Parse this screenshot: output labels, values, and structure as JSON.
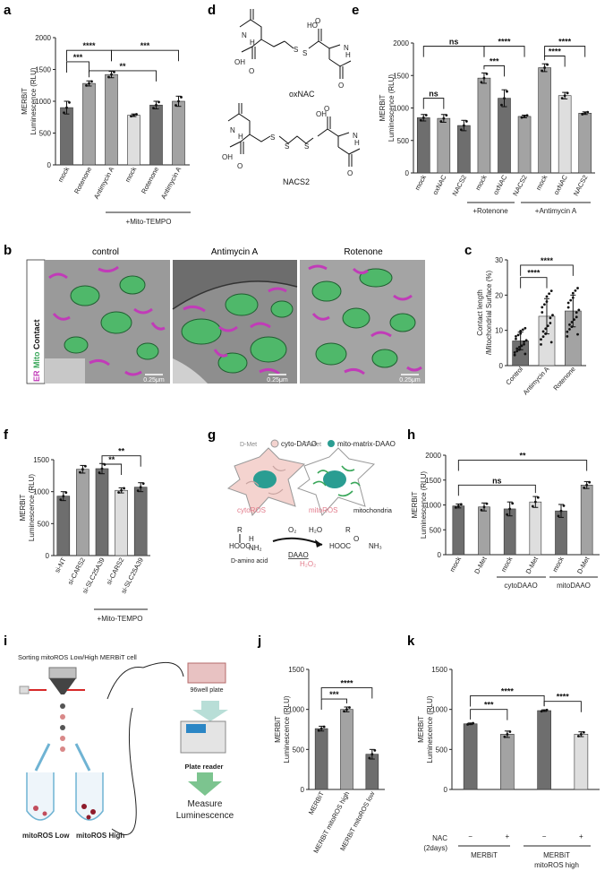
{
  "colors": {
    "dark": "#6e6e6e",
    "mid": "#a3a3a3",
    "light": "#dedede",
    "mitoGreen": "#3aa75a",
    "erMagenta": "#c13bb8",
    "cellPink": "#f4d3cf",
    "nucleusTeal": "#2a9d92",
    "rosPink": "#e27a8a"
  },
  "panels": {
    "a": {
      "label": "a",
      "group_label": "+Mito-TEMPO"
    },
    "b": {
      "label": "b",
      "side_label": [
        "ER",
        "Mito",
        "Contact"
      ],
      "images": [
        {
          "title": "control",
          "scale": "0.25μm"
        },
        {
          "title": "Antimycin A",
          "scale": "0.25μm"
        },
        {
          "title": "Rotenone",
          "scale": "0.25μm"
        }
      ]
    },
    "c": {
      "label": "c"
    },
    "d": {
      "label": "d",
      "compounds": [
        "oxNAC",
        "NACS2"
      ],
      "atoms": {
        "nh": "N",
        "h": "H",
        "oh": "OH",
        "ho": "HO",
        "s": "S",
        "o": "O"
      }
    },
    "e": {
      "label": "e",
      "group_labels": [
        "+Rotenone",
        "+Antimycin A"
      ]
    },
    "f": {
      "label": "f",
      "group_label": "+Mito-TEMPO"
    },
    "g": {
      "label": "g",
      "legend": [
        "cyto-DAAO",
        "mito-matrix-DAAO"
      ],
      "dmet": "D-Met",
      "cell_labels": [
        "cytoROS",
        "mitoROS",
        "mitochondria"
      ],
      "reaction": {
        "reactant": "D-amino acid",
        "enzyme": "DAAO",
        "o2": "O₂",
        "h2o": "H₂O",
        "h2o2": "H₂O₂",
        "left_formula": "HOOC",
        "nh2": "NH₂",
        "r": "R",
        "h": "H",
        "right_formula": "HOOC",
        "o": "O",
        "nh3": "NH₃"
      }
    },
    "h": {
      "label": "h",
      "group_labels": [
        "cytoDAAO",
        "mitoDAAO"
      ]
    },
    "i": {
      "label": "i",
      "title": "Sorting mitoROS Low/High MERBiT cell",
      "plate": "96well plate",
      "reader": "Plate reader",
      "measure": [
        "Measure",
        "Luminescence"
      ],
      "tubes": [
        "mitoROS Low",
        "mitoROS High"
      ]
    },
    "j": {
      "label": "j"
    },
    "k": {
      "label": "k",
      "nac_label": [
        "NAC",
        "(2days)"
      ],
      "signs": [
        "−",
        "+",
        "−",
        "+"
      ],
      "groups": [
        "MERBiT",
        "MERBiT",
        "mitoROS high"
      ]
    }
  },
  "chart_data": [
    {
      "id": "a",
      "type": "bar",
      "ylabel": [
        "MERBiT",
        "Luminescence (RLU)"
      ],
      "ylim": [
        0,
        2000
      ],
      "yticks": [
        0,
        500,
        1000,
        1500,
        2000
      ],
      "categories": [
        "mock",
        "Rotenone",
        "Antimycin A",
        "mock",
        "Rotenone",
        "Antimycin A"
      ],
      "values": [
        900,
        1280,
        1420,
        780,
        940,
        1000
      ],
      "errors": [
        100,
        40,
        50,
        20,
        60,
        80
      ],
      "shades": [
        "dark",
        "mid",
        "mid",
        "light",
        "dark",
        "mid"
      ],
      "sig": [
        {
          "from": 0,
          "to": 1,
          "label": "***",
          "y": 1620
        },
        {
          "from": 0,
          "to": 2,
          "label": "****",
          "y": 1800
        },
        {
          "from": 1,
          "to": 4,
          "label": "**",
          "y": 1480
        },
        {
          "from": 2,
          "to": 5,
          "label": "***",
          "y": 1800
        }
      ]
    },
    {
      "id": "e",
      "type": "bar",
      "ylabel": [
        "MERBiT",
        "Luminescence (RLU)"
      ],
      "ylim": [
        0,
        2000
      ],
      "yticks": [
        0,
        500,
        1000,
        1500,
        2000
      ],
      "categories": [
        "mock",
        "oxNAC",
        "NACS2",
        "mock",
        "oxNAC",
        "NACS2",
        "mock",
        "oxNAC",
        "NACS2"
      ],
      "values": [
        850,
        840,
        730,
        1460,
        1150,
        870,
        1620,
        1190,
        920
      ],
      "errors": [
        50,
        60,
        80,
        80,
        130,
        20,
        60,
        50,
        20
      ],
      "shades": [
        "dark",
        "mid",
        "dark",
        "mid",
        "dark",
        "mid",
        "mid",
        "light",
        "mid"
      ],
      "sig": [
        {
          "from": 0,
          "to": 1,
          "label": "ns",
          "y": 1150
        },
        {
          "from": 0,
          "to": 3,
          "label": "ns",
          "y": 1950
        },
        {
          "from": 3,
          "to": 4,
          "label": "***",
          "y": 1650
        },
        {
          "from": 3,
          "to": 5,
          "label": "****",
          "y": 1950
        },
        {
          "from": 6,
          "to": 7,
          "label": "****",
          "y": 1800
        },
        {
          "from": 6,
          "to": 8,
          "label": "****",
          "y": 1950
        }
      ]
    },
    {
      "id": "c",
      "type": "bar",
      "ylabel": [
        "Contact length",
        "/Mitochondrial Surface (%)"
      ],
      "ylim": [
        0,
        30
      ],
      "yticks": [
        0,
        10,
        20,
        30
      ],
      "categories": [
        "Control",
        "Antimycin A",
        "Rotenone"
      ],
      "values": [
        7,
        14,
        15.5
      ],
      "errors": [
        2.5,
        5,
        4.5
      ],
      "shades": [
        "dark",
        "light",
        "mid"
      ],
      "sig": [
        {
          "from": 0,
          "to": 1,
          "label": "****",
          "y": 25
        },
        {
          "from": 0,
          "to": 2,
          "label": "****",
          "y": 28.5
        }
      ]
    },
    {
      "id": "f",
      "type": "bar",
      "ylabel": [
        "MERBiT",
        "Luminescence (RLU)"
      ],
      "ylim": [
        0,
        1500
      ],
      "yticks": [
        0,
        500,
        1000,
        1500
      ],
      "categories": [
        "si-NT",
        "si-CARS2",
        "si-SLC25A39",
        "si-CARS2",
        "si-SLC25A39"
      ],
      "values": [
        930,
        1350,
        1360,
        1020,
        1070
      ],
      "errors": [
        70,
        60,
        80,
        40,
        70
      ],
      "shades": [
        "dark",
        "mid",
        "dark",
        "light",
        "dark"
      ],
      "sig": [
        {
          "from": 2,
          "to": 3,
          "label": "**",
          "y": 1430
        },
        {
          "from": 2,
          "to": 4,
          "label": "**",
          "y": 1560
        }
      ]
    },
    {
      "id": "h",
      "type": "bar",
      "ylabel": [
        "MERBiT",
        "Luminescence (RLU)"
      ],
      "ylim": [
        0,
        2000
      ],
      "yticks": [
        0,
        500,
        1000,
        1500,
        2000
      ],
      "categories": [
        "mock",
        "D-Met",
        "mock",
        "D-Met",
        "mock",
        "D-Met"
      ],
      "values": [
        980,
        960,
        920,
        1060,
        880,
        1400
      ],
      "errors": [
        40,
        80,
        140,
        110,
        130,
        70
      ],
      "shades": [
        "dark",
        "mid",
        "dark",
        "light",
        "dark",
        "mid"
      ],
      "sig": [
        {
          "from": 0,
          "to": 3,
          "label": "ns",
          "y": 1400
        },
        {
          "from": 0,
          "to": 5,
          "label": "**",
          "y": 1900
        }
      ]
    },
    {
      "id": "j",
      "type": "bar",
      "ylabel": [
        "MERBiT",
        "Luminescence (RLU)"
      ],
      "ylim": [
        0,
        1500
      ],
      "yticks": [
        0,
        500,
        1000,
        1500
      ],
      "categories": [
        "MERBiT",
        "MERBiT mitoROS high",
        "MERBiT mitoROS low"
      ],
      "values": [
        760,
        1000,
        440
      ],
      "errors": [
        30,
        30,
        60
      ],
      "shades": [
        "dark",
        "mid",
        "dark"
      ],
      "sig": [
        {
          "from": 0,
          "to": 1,
          "label": "***",
          "y": 1130
        },
        {
          "from": 0,
          "to": 2,
          "label": "****",
          "y": 1270
        }
      ]
    },
    {
      "id": "k",
      "type": "bar",
      "ylabel": [
        "MERBiT",
        "Luminescence (RLU)"
      ],
      "ylim": [
        0,
        1500
      ],
      "yticks": [
        0,
        500,
        1000,
        1500
      ],
      "categories": [
        "−",
        "+",
        "−",
        "+"
      ],
      "values": [
        820,
        690,
        985,
        690
      ],
      "errors": [
        10,
        40,
        10,
        30
      ],
      "shades": [
        "dark",
        "mid",
        "dark",
        "light"
      ],
      "sig": [
        {
          "from": 0,
          "to": 1,
          "label": "***",
          "y": 1000
        },
        {
          "from": 0,
          "to": 2,
          "label": "****",
          "y": 1170
        },
        {
          "from": 2,
          "to": 3,
          "label": "****",
          "y": 1100
        }
      ]
    }
  ]
}
